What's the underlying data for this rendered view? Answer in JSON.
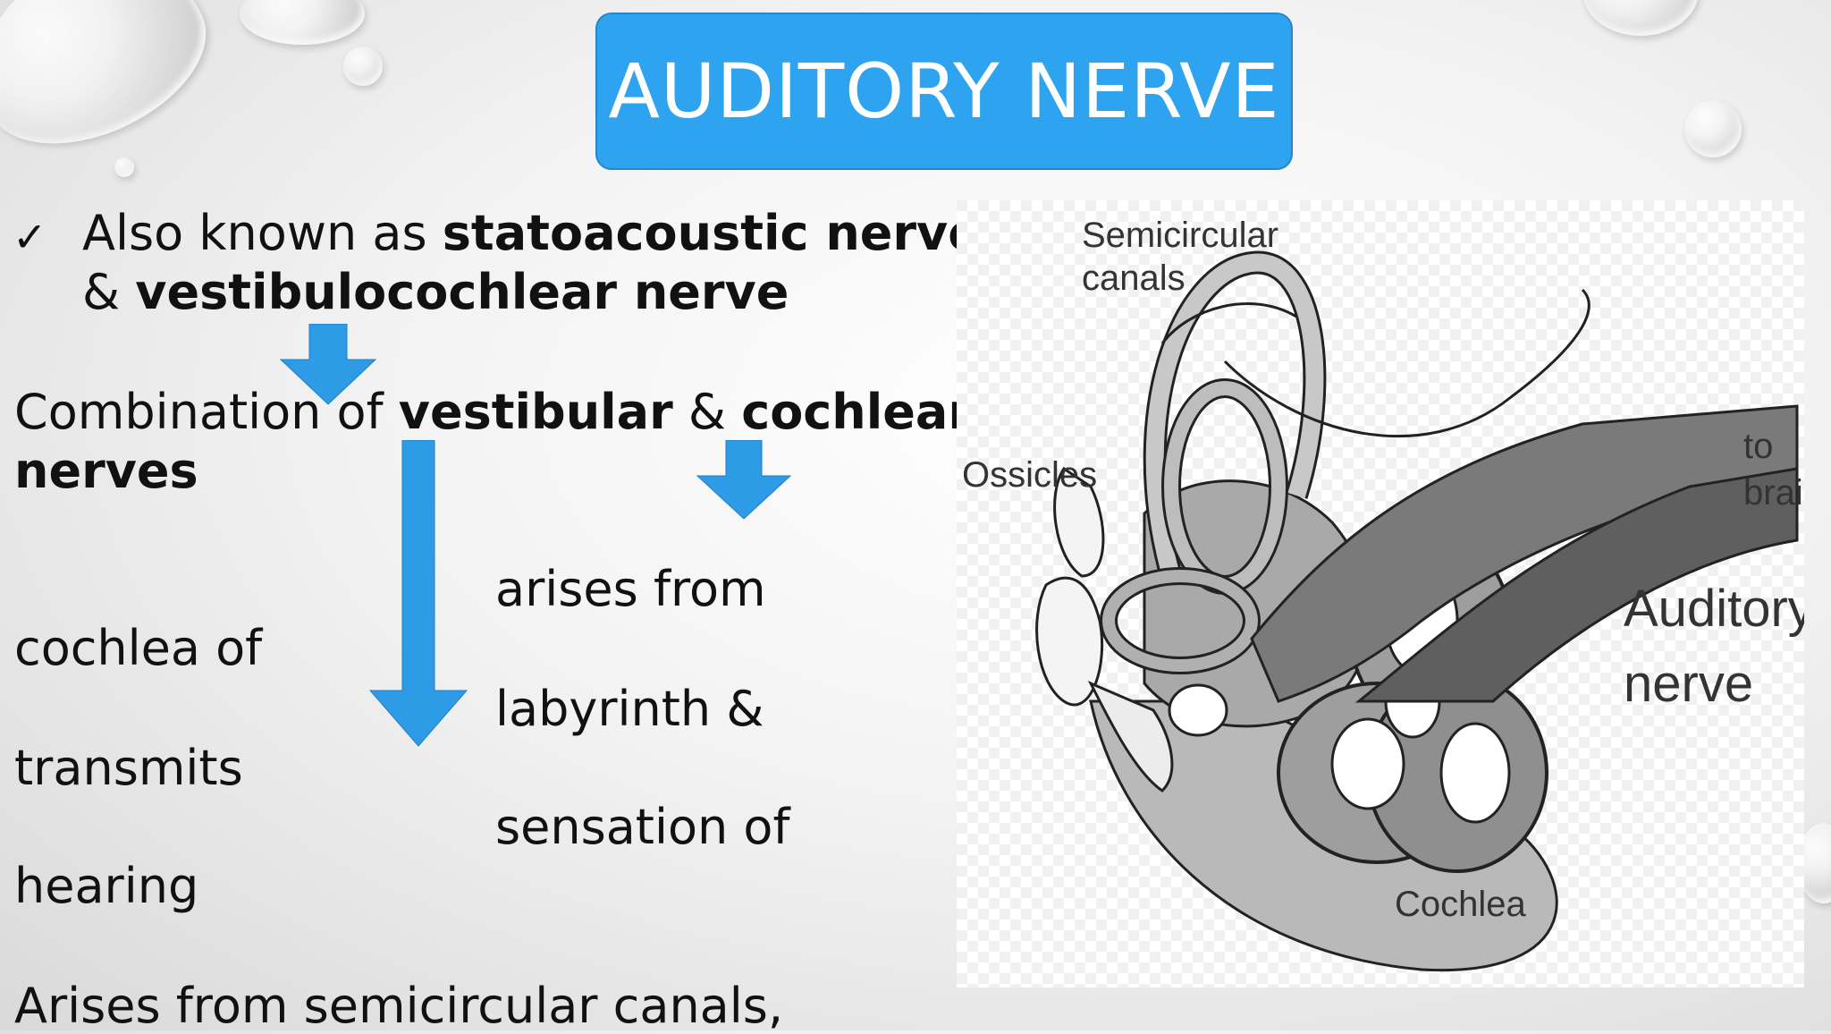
{
  "slide": {
    "title": "AUDITORY NERVE",
    "bullet": {
      "check": "✓",
      "pre": "Also known as ",
      "bold1": "statoacoustic nerve",
      "amp": "& ",
      "bold2": "vestibulocochlear nerve"
    },
    "combination": {
      "pre": "Combination of ",
      "bold1": "vestibular",
      "amp": " & ",
      "bold2": "cochlear",
      "bold3": "nerves"
    },
    "left_column": [
      "cochlea of",
      "transmits",
      "hearing"
    ],
    "right_column": [
      "arises from",
      "labyrinth &",
      "sensation of"
    ],
    "bottom_line": "Arises from semicircular canals,"
  },
  "figure": {
    "labels": {
      "semicircular_1": "Semicircular",
      "semicircular_2": "canals",
      "ossicles": "Ossicles",
      "to": "to",
      "brain": "brain",
      "auditory": "Auditory",
      "nerve": "nerve",
      "cochlea": "Cochlea"
    }
  },
  "colors": {
    "title_bg": "#2ea3ef",
    "arrow": "#2e9be6"
  }
}
